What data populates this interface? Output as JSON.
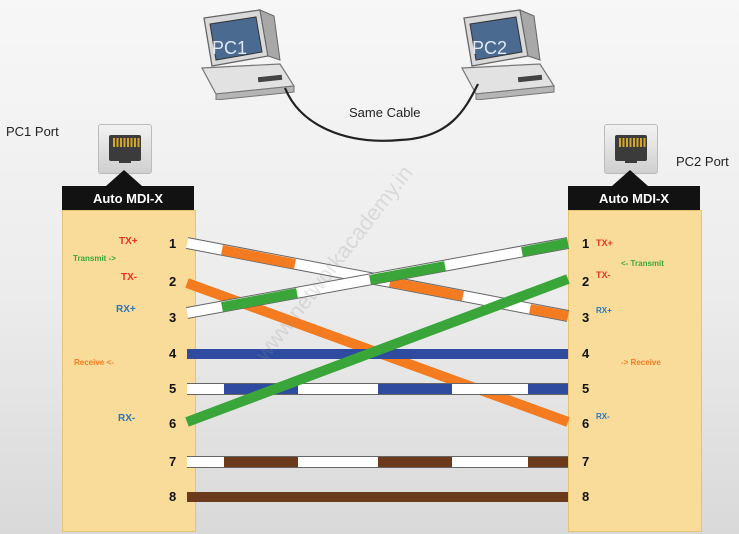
{
  "pc1": {
    "screen_label": "PC1",
    "port_label": "PC1 Port"
  },
  "pc2": {
    "screen_label": "PC2",
    "port_label": "PC2 Port"
  },
  "cable_label": "Same Cable",
  "left_panel": {
    "header": "Auto MDI-X",
    "pins": [
      "1",
      "2",
      "3",
      "4",
      "5",
      "6",
      "7",
      "8"
    ],
    "signals": {
      "tx_plus": "TX+",
      "tx_minus": "TX-",
      "rx_plus": "RX+",
      "rx_minus": "RX-"
    },
    "transmit": "Transmit ->",
    "receive": "Receive <-"
  },
  "right_panel": {
    "header": "Auto MDI-X",
    "pins": [
      "1",
      "2",
      "3",
      "4",
      "5",
      "6",
      "7",
      "8"
    ],
    "signals": {
      "tx_plus": "TX+",
      "tx_minus": "TX-",
      "rx_plus": "RX+",
      "rx_minus": "RX-"
    },
    "transmit": "<- Transmit",
    "receive": "-> Receive"
  },
  "watermark": "www.networkacademy.in",
  "colors": {
    "orange": "#f47b20",
    "green": "#3aa63a",
    "blue": "#2e4ba0",
    "brown": "#6b3a1c",
    "tx": "#e53222",
    "rx": "#2a74b8",
    "transmit": "#3aa63a",
    "receive": "#f47b20"
  }
}
